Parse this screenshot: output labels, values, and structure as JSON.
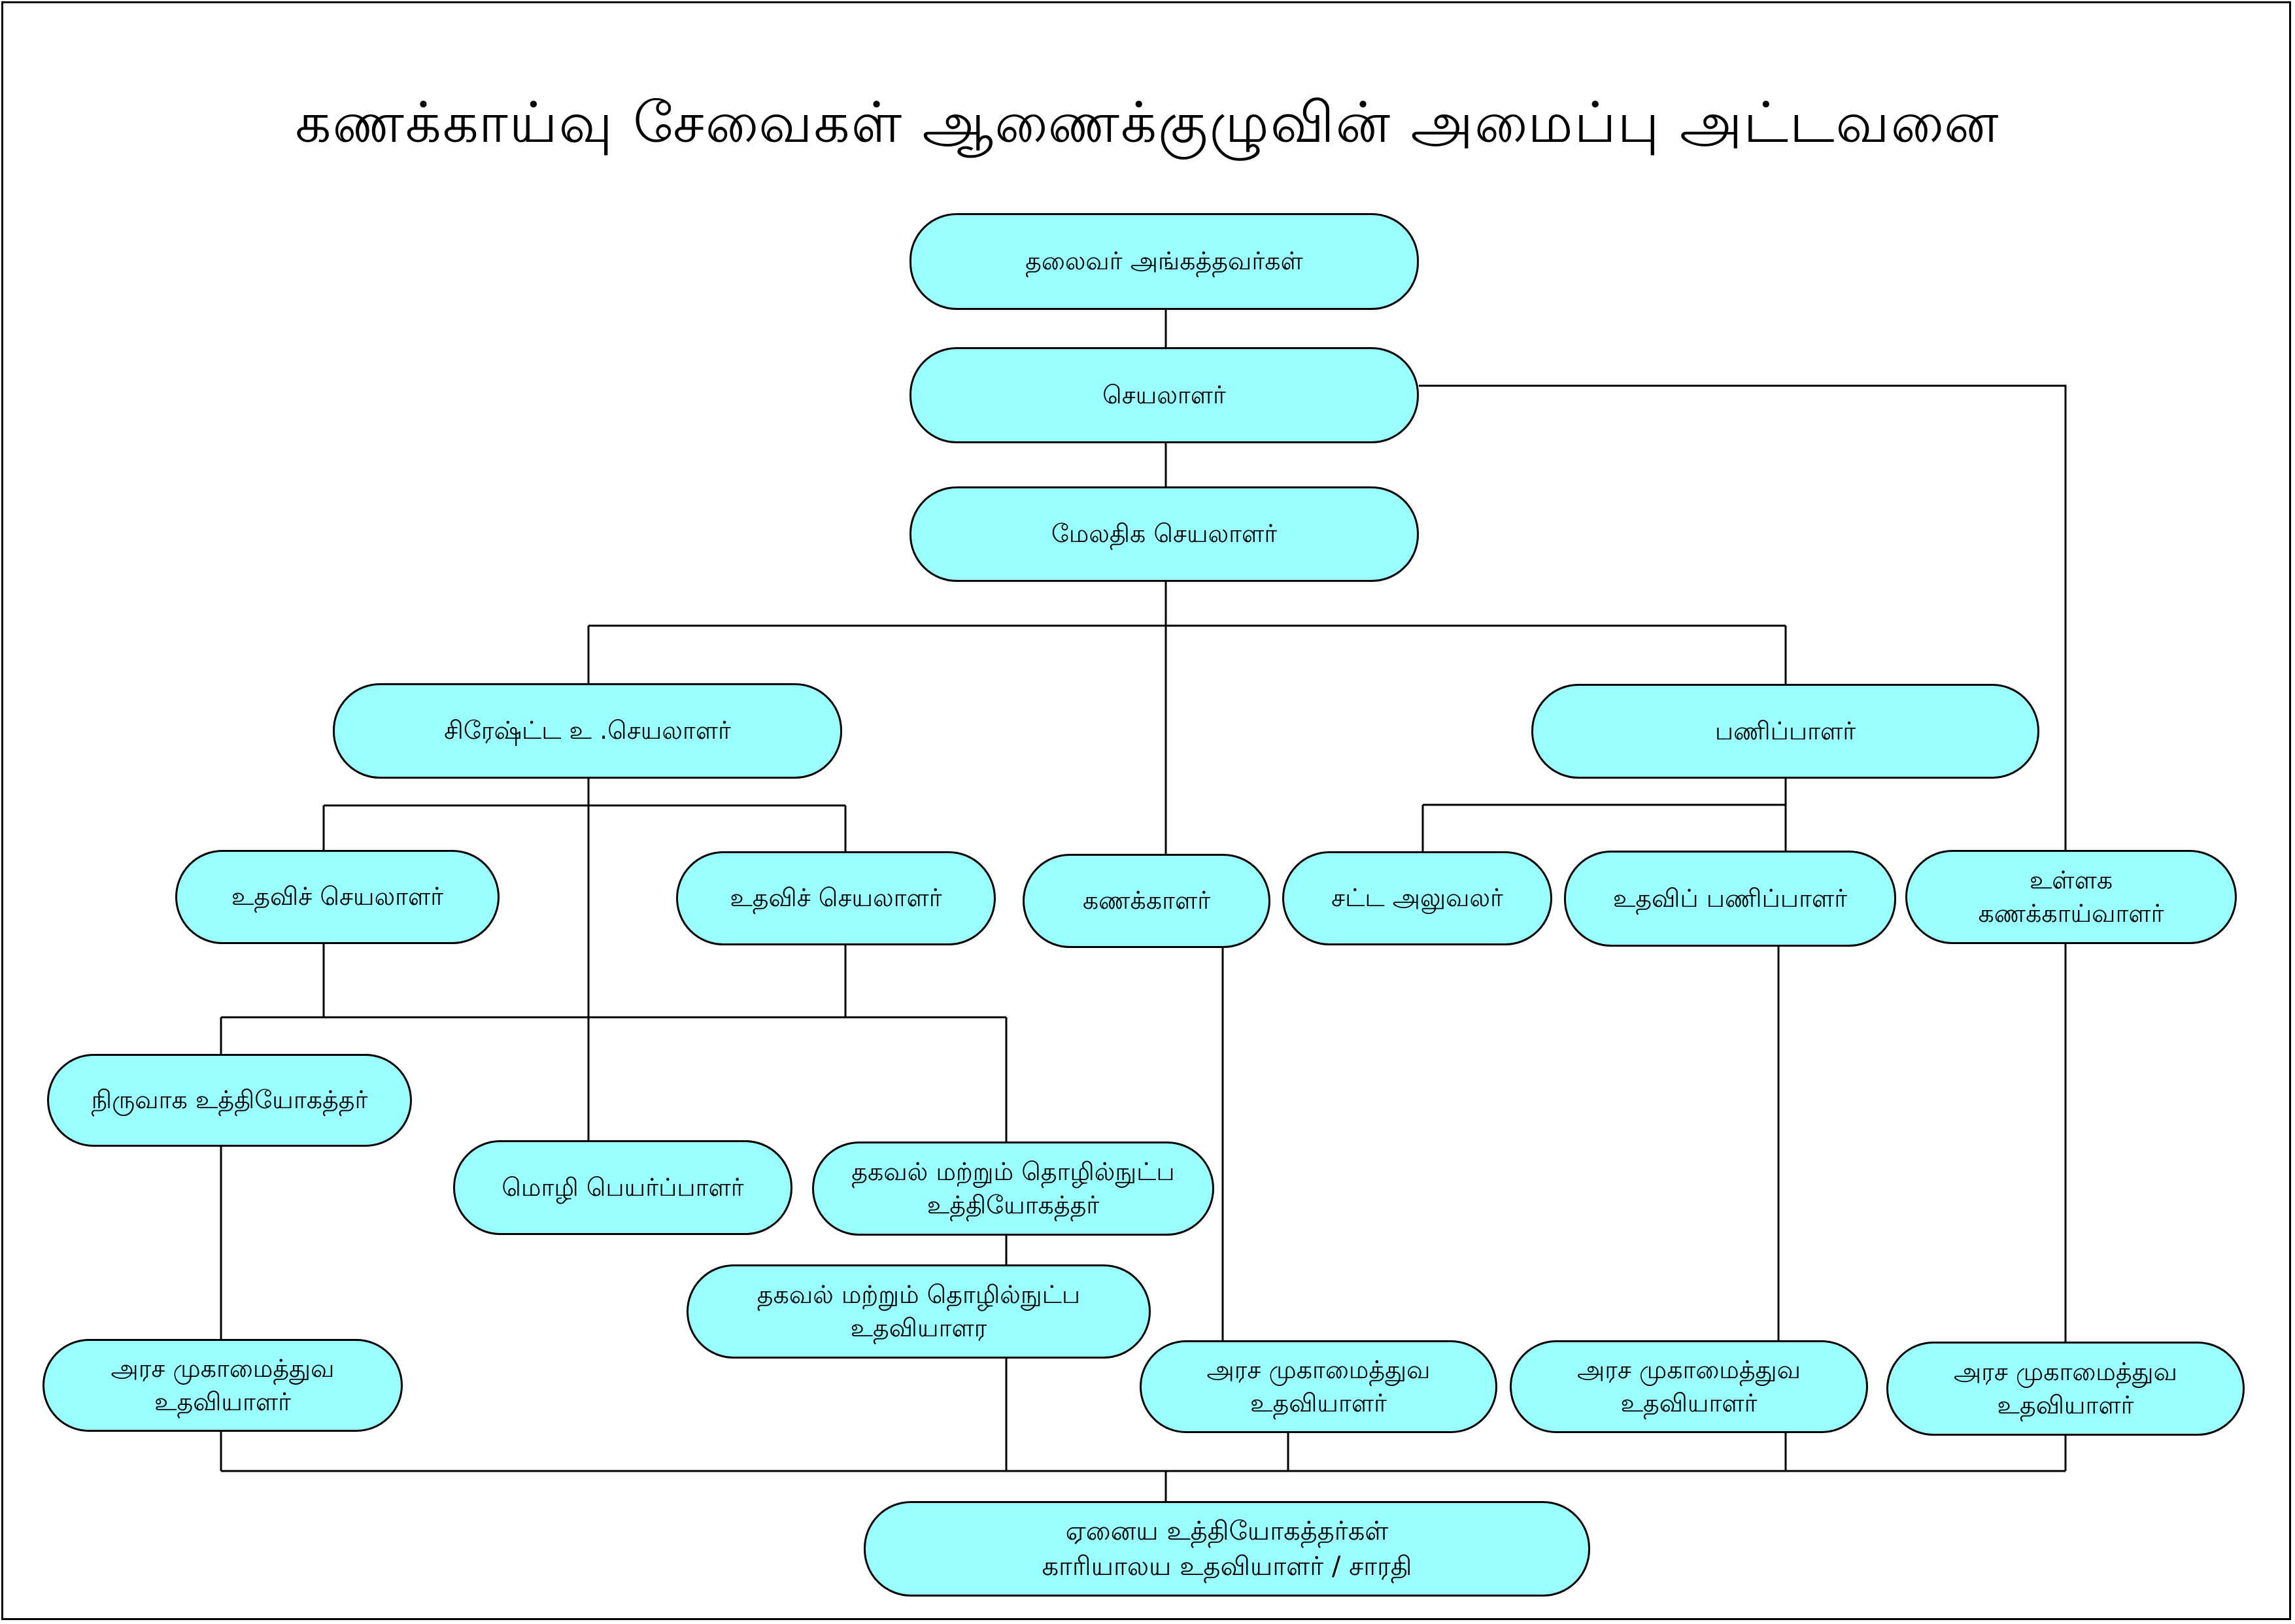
{
  "title": "கணக்காய்வு சேவைகள் ஆணைக்குழுவின் அமைப்பு அட்டவனை",
  "nodes": {
    "members": {
      "line1": "தலைவர் அங்கத்தவர்கள்"
    },
    "secretary": {
      "line1": "செயலாளர்"
    },
    "addl_secretary": {
      "line1": "மேலதிக செயலாளர்"
    },
    "senior_asst_secretary": {
      "line1": "சிரேஷ்ட்ட உ .செயலாளர்"
    },
    "director": {
      "line1": "பணிப்பாளர்"
    },
    "asst_secretary_1": {
      "line1": "உதவிச் செயலாளர்"
    },
    "asst_secretary_2": {
      "line1": "உதவிச் செயலாளர்"
    },
    "accountant": {
      "line1": "கணக்காளர்"
    },
    "legal_officer": {
      "line1": "சட்ட அலுவலர்"
    },
    "asst_director": {
      "line1": "உதவிப் பணிப்பாளர்"
    },
    "internal_auditor": {
      "line1": "உள்ளக",
      "line2": "கணக்காய்வாளர்"
    },
    "admin_officer": {
      "line1": "நிருவாக உத்தியோகத்தர்"
    },
    "translator": {
      "line1": "மொழி பெயர்ப்பாளர்"
    },
    "it_officer": {
      "line1": "தகவல் மற்றும் தொழில்நுட்ப",
      "line2": "உத்தியோகத்தர்"
    },
    "it_assistant": {
      "line1": "தகவல் மற்றும் தொழில்நுட்ப",
      "line2": "உதவியாளர"
    },
    "mgmt_assistant_1": {
      "line1": "அரச முகாமைத்துவ",
      "line2": "உதவியாளர்"
    },
    "mgmt_assistant_2": {
      "line1": "அரச முகாமைத்துவ",
      "line2": "உதவியாளர்"
    },
    "mgmt_assistant_3": {
      "line1": "அரச முகாமைத்துவ",
      "line2": "உதவியாளர்"
    },
    "mgmt_assistant_4": {
      "line1": "அரச முகாமைத்துவ",
      "line2": "உதவியாளர்"
    },
    "other_staff": {
      "line1": "ஏனைய உத்தியோகத்தர்கள்",
      "line2": "காரியாலய உதவியாளர் / சாரதி"
    }
  },
  "colors": {
    "node_fill": "#99ffff",
    "line": "#000000"
  }
}
